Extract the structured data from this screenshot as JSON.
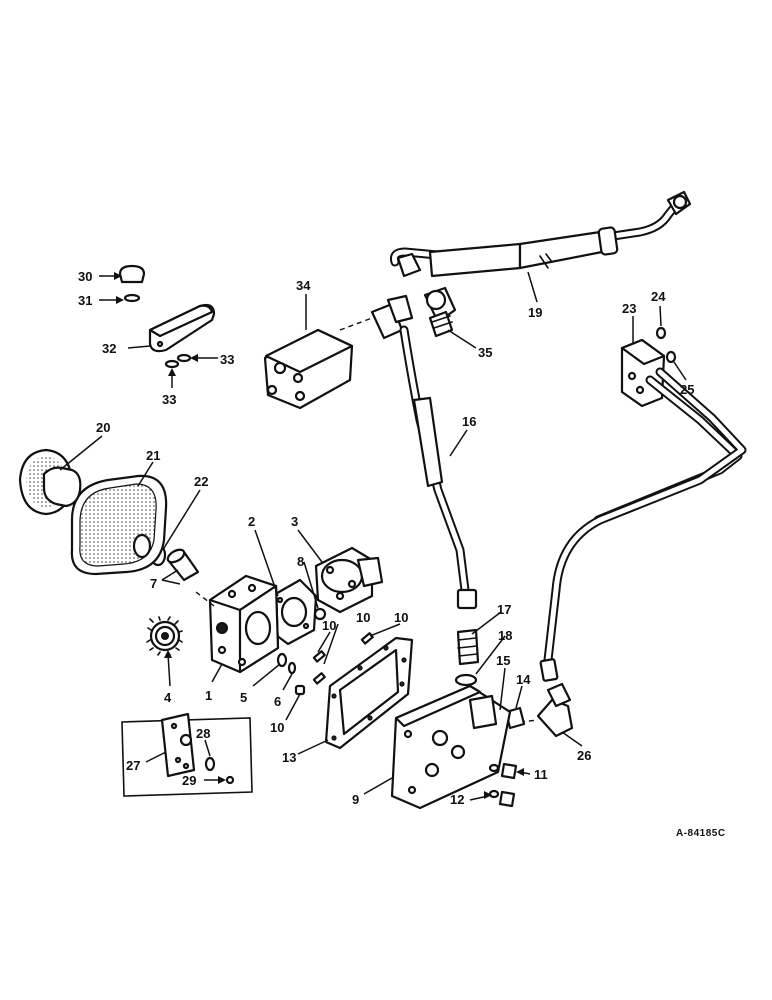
{
  "drawing_id": "A-84185C",
  "callouts": [
    "1",
    "2",
    "3",
    "4",
    "5",
    "6",
    "7",
    "8",
    "9",
    "10",
    "11",
    "12",
    "13",
    "14",
    "15",
    "16",
    "17",
    "18",
    "19",
    "20",
    "21",
    "22",
    "23",
    "24",
    "25",
    "26",
    "27",
    "28",
    "29",
    "30",
    "31",
    "32",
    "33",
    "34",
    "35"
  ],
  "callout_10_repeats": [
    "10",
    "10",
    "10",
    "10"
  ],
  "callout_33_repeats": [
    "33",
    "33"
  ]
}
